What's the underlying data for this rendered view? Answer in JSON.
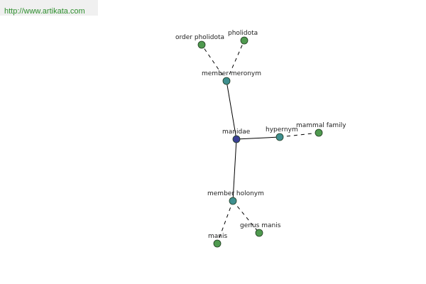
{
  "header": {
    "url_text": "http://www.artikata.com"
  },
  "graph": {
    "colors": {
      "center": "#3a3f95",
      "relation": "#3f8f8f",
      "leaf": "#4f9a4f",
      "edge": "#000000",
      "url_text": "#2f8f2f",
      "banner_bg": "#f0f0f0"
    },
    "nodes": {
      "center": {
        "label": "manidae"
      },
      "member_meronym": {
        "label": "member meronym"
      },
      "hypernym": {
        "label": "hypernym"
      },
      "member_holonym": {
        "label": "member holonym"
      },
      "order_pholidota": {
        "label": "order pholidota"
      },
      "pholidota": {
        "label": "pholidota"
      },
      "mammal_family": {
        "label": "mammal family"
      },
      "manis": {
        "label": "manis"
      },
      "genus_manis": {
        "label": "genus manis"
      }
    },
    "edges": [
      {
        "from": "center",
        "to": "member_meronym",
        "style": "solid"
      },
      {
        "from": "center",
        "to": "hypernym",
        "style": "solid"
      },
      {
        "from": "center",
        "to": "member_holonym",
        "style": "solid"
      },
      {
        "from": "member_meronym",
        "to": "order_pholidota",
        "style": "dashed"
      },
      {
        "from": "member_meronym",
        "to": "pholidota",
        "style": "dashed"
      },
      {
        "from": "hypernym",
        "to": "mammal_family",
        "style": "dashed"
      },
      {
        "from": "member_holonym",
        "to": "manis",
        "style": "dashed"
      },
      {
        "from": "member_holonym",
        "to": "genus_manis",
        "style": "dashed"
      }
    ]
  }
}
